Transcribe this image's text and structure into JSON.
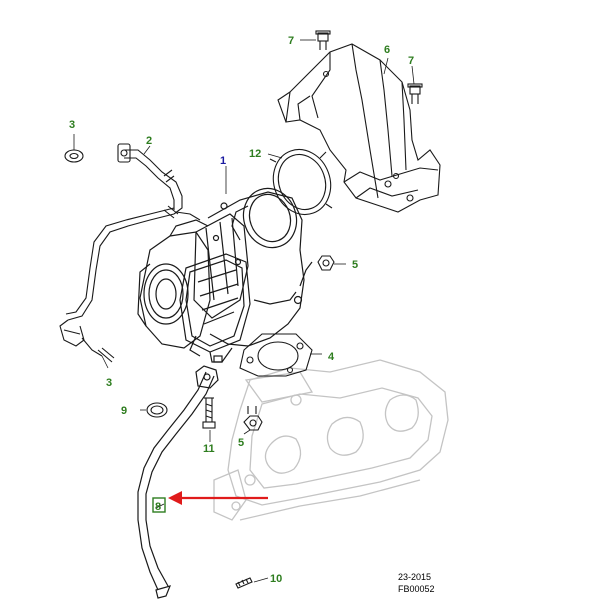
{
  "callouts": {
    "c1": "1",
    "c2": "2",
    "c3a": "3",
    "c3b": "3",
    "c4": "4",
    "c5a": "5",
    "c5b": "5",
    "c6": "6",
    "c7a": "7",
    "c7b": "7",
    "c8": "8",
    "c9": "9",
    "c10": "10",
    "c11": "11",
    "c12": "12"
  },
  "footer": {
    "date_code": "23-2015",
    "figure_id": "FB00052"
  },
  "colors": {
    "callout_green": "#2e7d1f",
    "callout_blue": "#1a1aa0",
    "highlight_arrow": "#e01b1b",
    "line_art": "#1a1a1a",
    "manifold_grey": "#c4c4c4"
  }
}
